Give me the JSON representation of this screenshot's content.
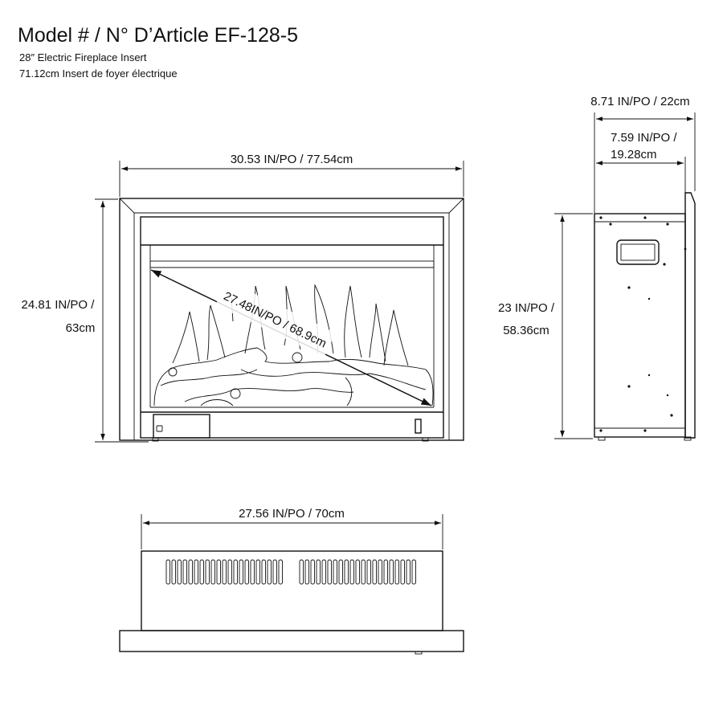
{
  "header": {
    "title": "Model # / N° D’Article EF-128-5",
    "subtitle_en": "28″ Electric Fireplace Insert",
    "subtitle_fr": "71.12cm Insert de foyer électrique"
  },
  "front_view": {
    "width_label": "30.53 IN/PO / 77.54cm",
    "height_label_1": "24.81 IN/PO /",
    "height_label_2": "63cm",
    "diagonal_label": "27.48IN/PO / 68.9cm"
  },
  "side_view": {
    "depth_total_label": "8.71 IN/PO / 22cm",
    "depth_body_label_1": "7.59  IN/PO /",
    "depth_body_label_2": "19.28cm",
    "height_label_1": "23  IN/PO /",
    "height_label_2": "58.36cm"
  },
  "top_view": {
    "width_label": "27.56 IN/PO / 70cm"
  }
}
